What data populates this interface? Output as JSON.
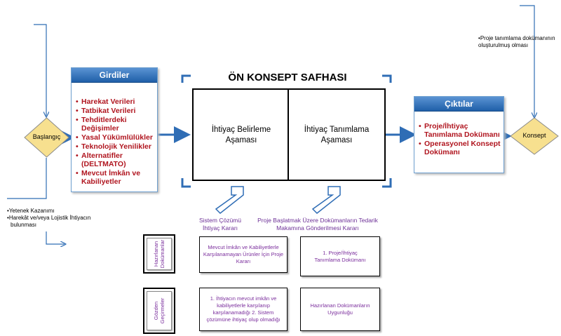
{
  "inputs": {
    "title": "Girdiler",
    "items": [
      "Harekat Verileri",
      "Tatbikat Verileri",
      "Tehditlerdeki Değişimler",
      "Yasal Yükümlülükler",
      "Teknolojik Yenilikler",
      "Alternatifler (DELTMATO)",
      "Mevcut İmkân ve Kabiliyetler"
    ]
  },
  "start": {
    "label": "Başlangıç"
  },
  "start_notes": [
    "Yetenek Kazanımı",
    "Harekât ve/veya Lojistik İhtiyacın bulunması"
  ],
  "phase": {
    "title": "ÖN KONSEPT SAFHASI",
    "left": "İhtiyaç Belirleme Aşaması",
    "right": "İhtiyaç Tanımlama Aşaması"
  },
  "outputs": {
    "title": "Çıktılar",
    "items": [
      "Proje/İhtiyaç Tanımlama Dokümanı",
      "Operasyonel Konsept Dokümanı"
    ]
  },
  "concept": {
    "label": "Konsept",
    "note": "Proje tanımlama dokümanının oluşturulmuş olması"
  },
  "decisions": {
    "left": "Sistem Çözümü İhtiyaç Kararı",
    "right": "Proje Başlatmak Üzere Dokümanların Tedarik Makamına Gönderilmesi Kararı"
  },
  "rows": {
    "prepared": "Hazırlanan Dokümanlar",
    "reviews": "Gözden Geçirmeler"
  },
  "cells": {
    "prepared_left": "Mevcut İmkân ve Kabiliyetlerle Karşılanamayan Ürünler İçin Proje Kararı",
    "prepared_right": "1. Proje/İhtiyaç Tanımlama Dokümanı",
    "reviews_left": "1. İhtiyacın mevcut imkân ve kabiliyetlerle karşılanıp karşılanamadığı 2. Sistem çözümüne ihtiyaç olup olmadığı",
    "reviews_right": "Hazırlanan Dokümanların Uygunluğu"
  },
  "colors": {
    "accent_blue": "#2f6db5",
    "red_text": "#b0151f",
    "purple_text": "#7a2d9c",
    "diamond_fill": "#f7e08f"
  }
}
